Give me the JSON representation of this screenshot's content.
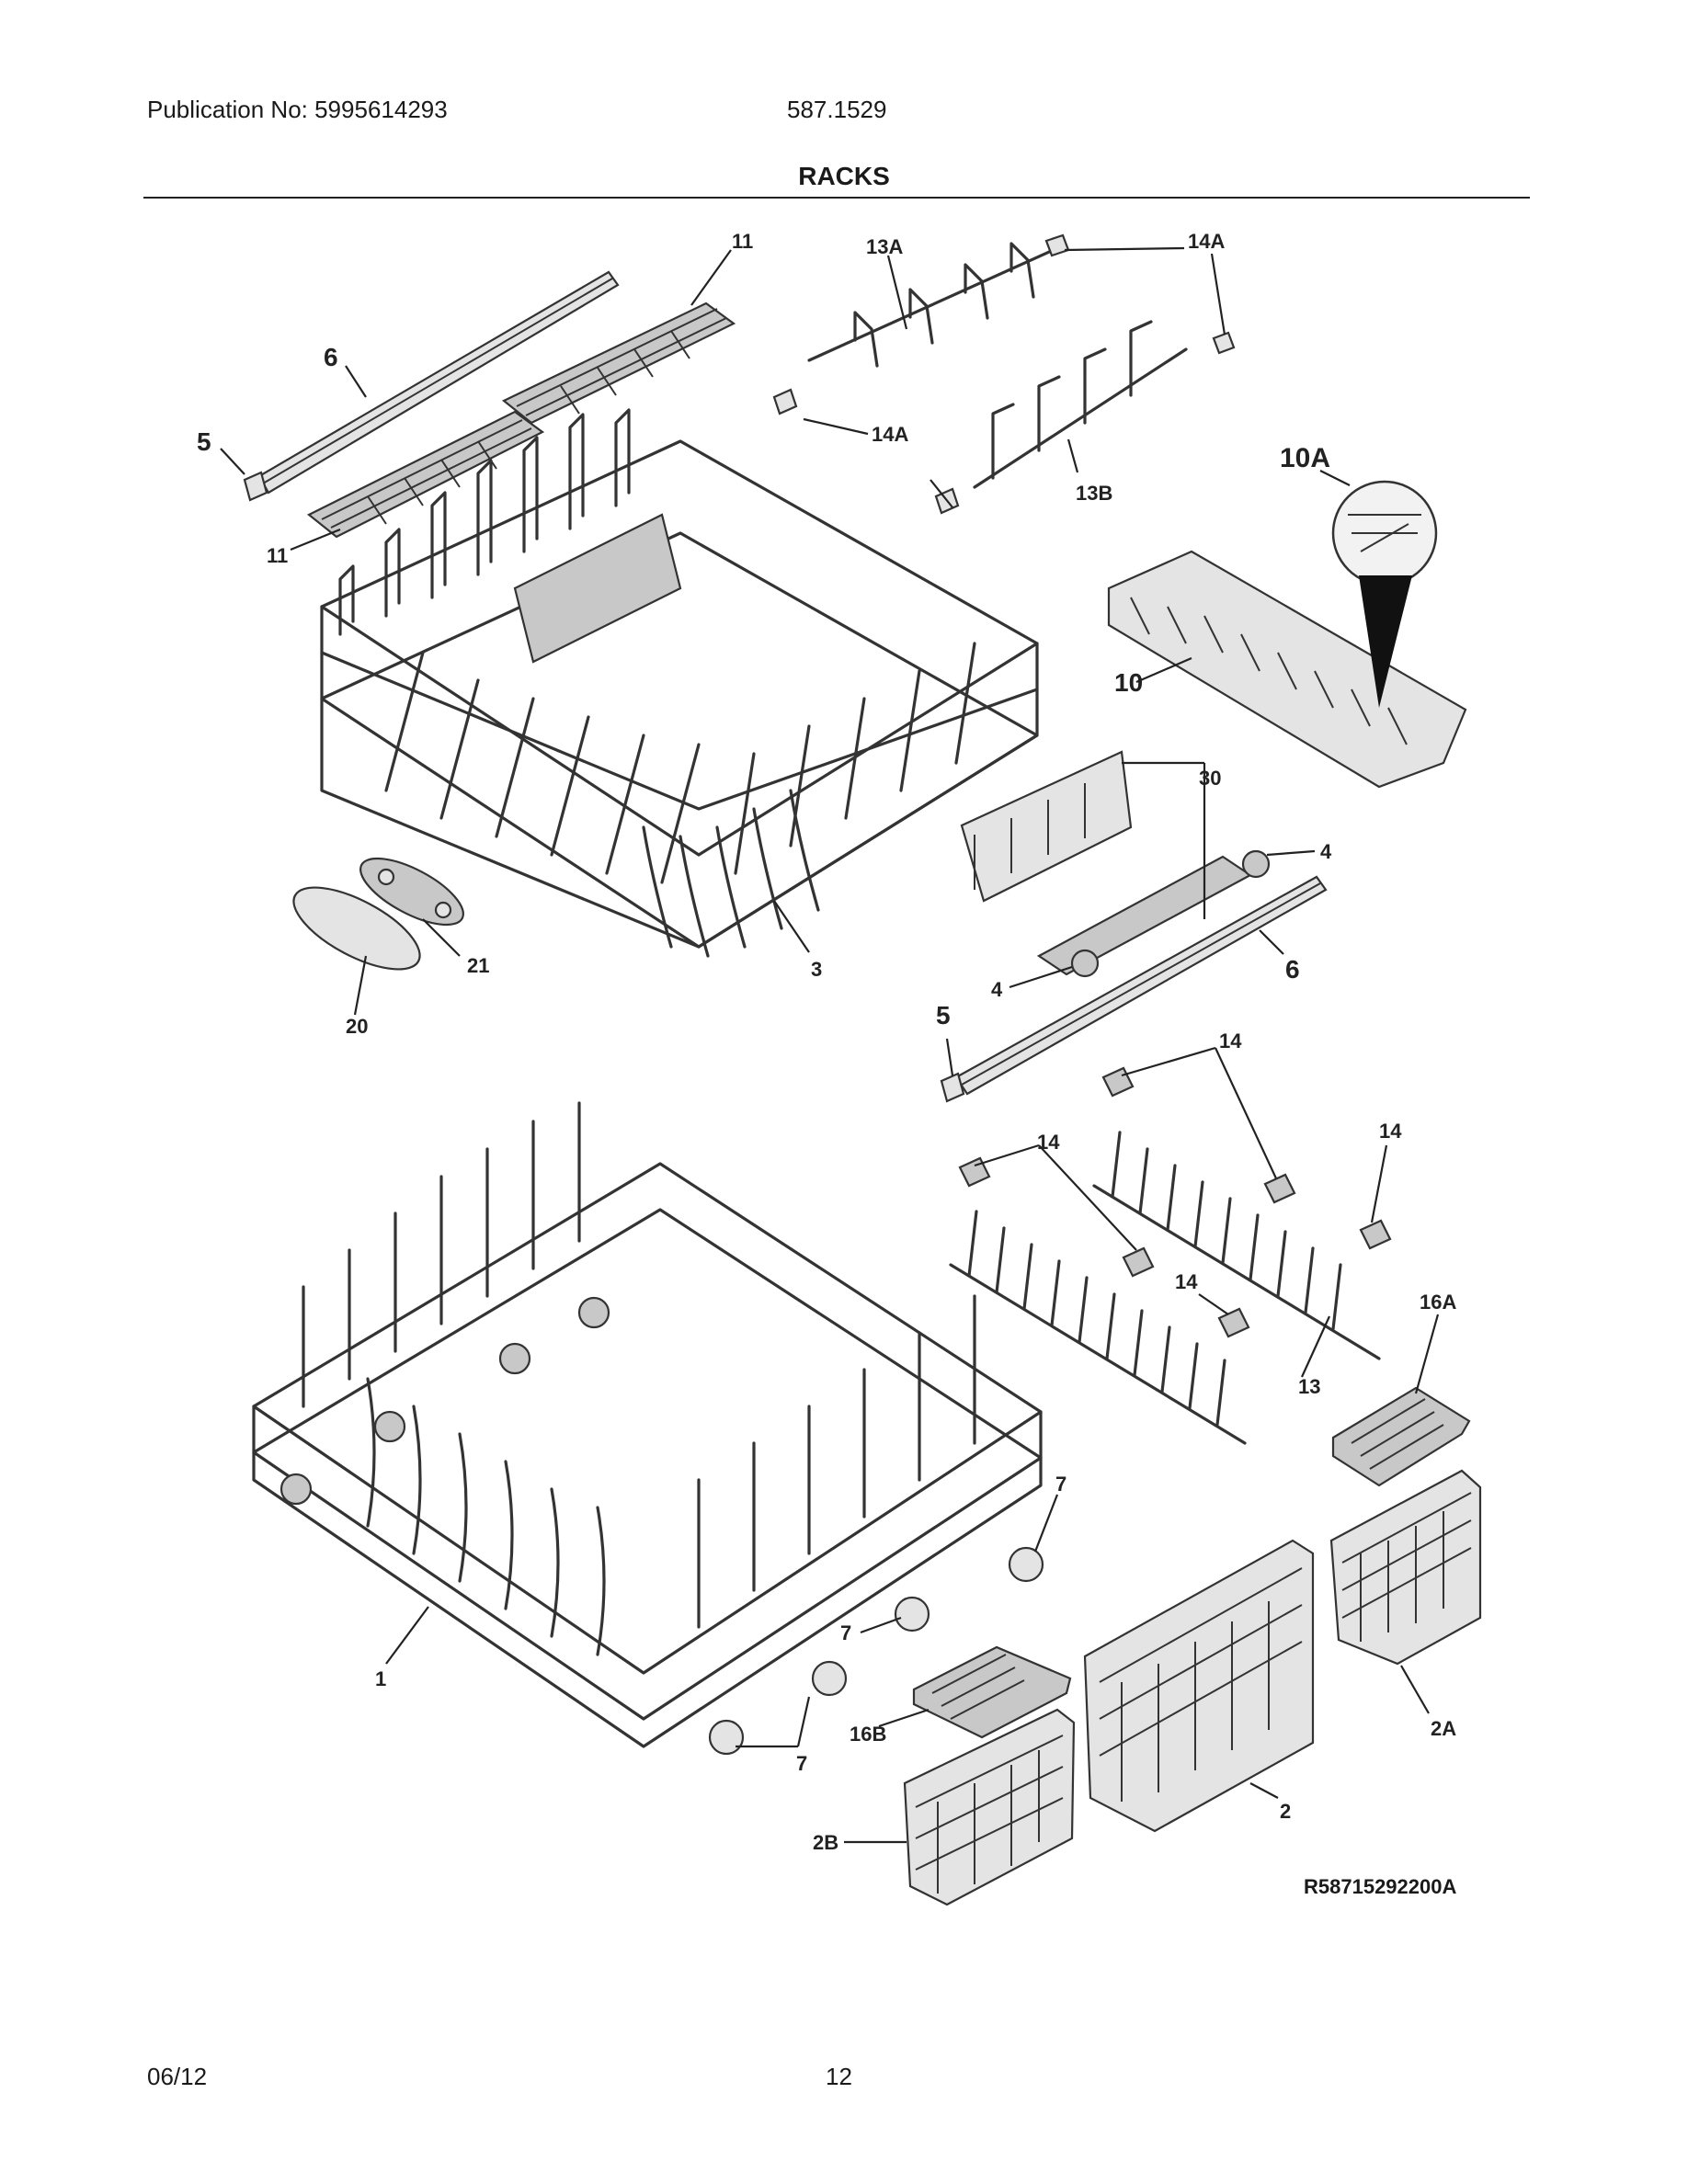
{
  "header": {
    "publication": "Publication No: 5995614293",
    "model": "587.1529",
    "section_title": "RACKS"
  },
  "callouts": {
    "c11a": "11",
    "c13A": "13A",
    "c14Aa": "14A",
    "c6a": "6",
    "c5a": "5",
    "c14Ab": "14A",
    "c13B": "13B",
    "c10A": "10A",
    "c11b": "11",
    "c10": "10",
    "c30": "30",
    "c4a": "4",
    "c21": "21",
    "c3": "3",
    "c4b": "4",
    "c6b": "6",
    "c20": "20",
    "c5b": "5",
    "c14a": "14",
    "c14b": "14",
    "c14c": "14",
    "c14d": "14",
    "c16A": "16A",
    "c13": "13",
    "c7a": "7",
    "c7b": "7",
    "c1": "1",
    "c16B": "16B",
    "c7c": "7",
    "c2A": "2A",
    "c2": "2",
    "c2B": "2B"
  },
  "footer": {
    "ref_code": "R58715292200A",
    "date": "06/12",
    "page": "12"
  }
}
